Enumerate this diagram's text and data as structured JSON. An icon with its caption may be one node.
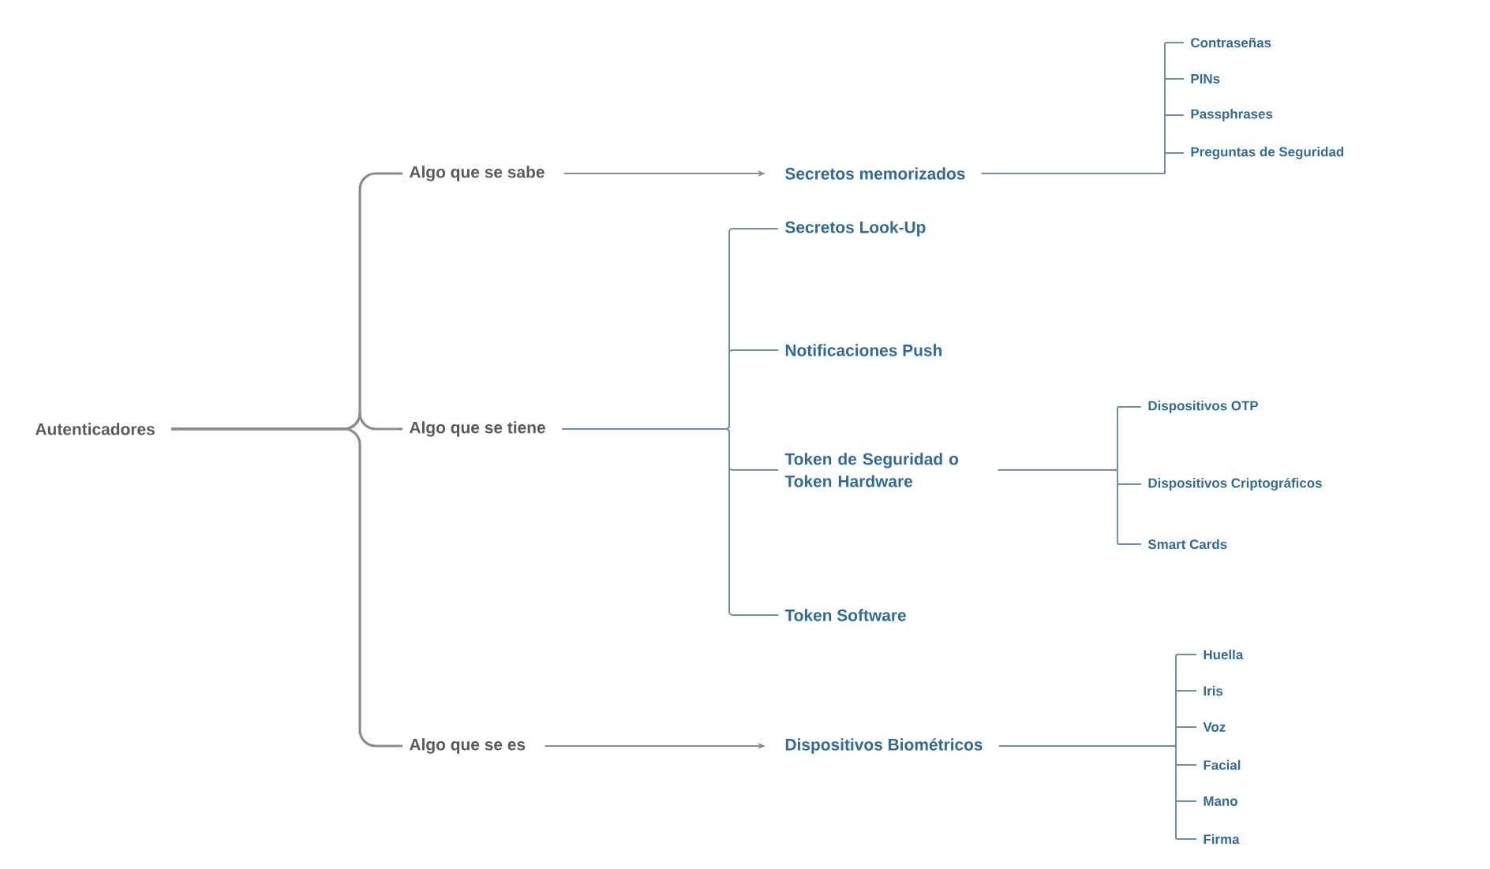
{
  "diagram": {
    "nodes": [
      {
        "text": [
          "Autenticadores"
        ]
      },
      {
        "text": [
          "Algo que se sabe"
        ]
      },
      {
        "text": [
          "Algo que se tiene"
        ]
      },
      {
        "text": [
          "Algo que se es"
        ]
      },
      {
        "text": [
          "Secretos memorizados"
        ]
      },
      {
        "text": [
          "Contraseñas"
        ]
      },
      {
        "text": [
          "PINs"
        ]
      },
      {
        "text": [
          "Passphrases"
        ]
      },
      {
        "text": [
          "Preguntas de Seguridad"
        ]
      },
      {
        "text": [
          "Secretos Look-Up"
        ]
      },
      {
        "text": [
          "Notificaciones Push"
        ]
      },
      {
        "text": [
          "Token de Seguridad o Token Hardware"
        ]
      },
      {
        "text": [
          "Dispositivos OTP"
        ]
      },
      {
        "text": [
          "Dispositivos Criptográficos"
        ]
      },
      {
        "text": [
          "Smart Cards"
        ]
      },
      {
        "text": [
          "Token Software"
        ]
      },
      {
        "text": [
          "Dispositivos Biométricos"
        ]
      },
      {
        "text": [
          "Huella"
        ]
      },
      {
        "text": [
          "Iris"
        ]
      },
      {
        "text": [
          "Voz"
        ]
      },
      {
        "text": [
          "Facial"
        ]
      },
      {
        "text": [
          "Mano"
        ]
      },
      {
        "text": [
          "Firma"
        ]
      }
    ],
    "edges": [
      {
        "from": 0,
        "to": 1,
        "arrow": "none",
        "color": "#8c8c8c"
      },
      {
        "from": 0,
        "to": 2,
        "arrow": "none",
        "color": "#8c8c8c"
      },
      {
        "from": 0,
        "to": 3,
        "arrow": "none",
        "color": "#8c8c8c"
      },
      {
        "from": 1,
        "to": 4,
        "arrow": "to",
        "color": "#8c8c8c"
      },
      {
        "from": 4,
        "to": 5,
        "arrow": "none"
      },
      {
        "from": 4,
        "to": 6,
        "arrow": "none"
      },
      {
        "from": 4,
        "to": 7,
        "arrow": "none"
      },
      {
        "from": 4,
        "to": 8,
        "arrow": "none"
      },
      {
        "from": 2,
        "to": 9,
        "arrow": "none"
      },
      {
        "from": 2,
        "to": 10,
        "arrow": "none"
      },
      {
        "from": 2,
        "to": 11,
        "arrow": "none"
      },
      {
        "from": 2,
        "to": 15,
        "arrow": "none"
      },
      {
        "from": 11,
        "to": 12,
        "arrow": "none"
      },
      {
        "from": 11,
        "to": 13,
        "arrow": "none"
      },
      {
        "from": 11,
        "to": 14,
        "arrow": "none"
      },
      {
        "from": 3,
        "to": 16,
        "arrow": "to",
        "color": "#8c8c8c"
      },
      {
        "from": 16,
        "to": 17,
        "arrow": "none"
      },
      {
        "from": 16,
        "to": 18,
        "arrow": "none"
      },
      {
        "from": 16,
        "to": 19,
        "arrow": "none"
      },
      {
        "from": 16,
        "to": 20,
        "arrow": "none"
      },
      {
        "from": 16,
        "to": 21,
        "arrow": "none"
      },
      {
        "from": 16,
        "to": 22,
        "arrow": "none"
      }
    ]
  }
}
